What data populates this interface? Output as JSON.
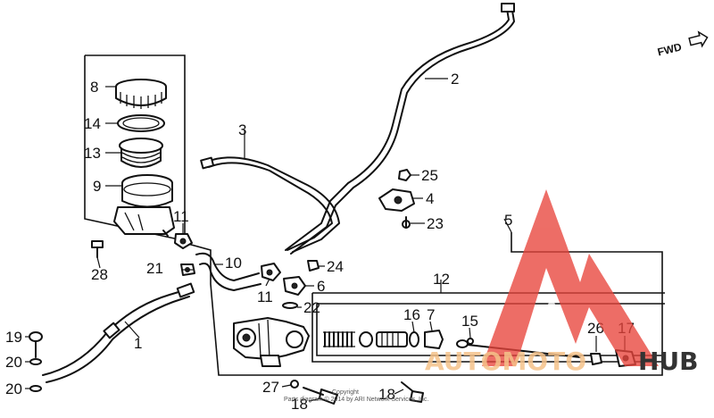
{
  "direction_label": "FWD",
  "copyright": {
    "line1": "Copyright",
    "line2": "Parts diagram © 2014 by ARI Network Services, Inc."
  },
  "watermark": {
    "text_primary": "AUTOMOTO",
    "text_secondary": "HUB",
    "color_primary": "#f5c28a",
    "color_secondary": "#333333",
    "logo_color": "#e8453c"
  },
  "callouts": [
    {
      "id": "c1",
      "text": "1"
    },
    {
      "id": "c2",
      "text": "2"
    },
    {
      "id": "c3",
      "text": "3"
    },
    {
      "id": "c4",
      "text": "4"
    },
    {
      "id": "c5",
      "text": "5"
    },
    {
      "id": "c6",
      "text": "6"
    },
    {
      "id": "c7",
      "text": "7"
    },
    {
      "id": "c8",
      "text": "8"
    },
    {
      "id": "c9",
      "text": "9"
    },
    {
      "id": "c10",
      "text": "10"
    },
    {
      "id": "c11a",
      "text": "11"
    },
    {
      "id": "c11b",
      "text": "11"
    },
    {
      "id": "c12",
      "text": "12"
    },
    {
      "id": "c13",
      "text": "13"
    },
    {
      "id": "c14",
      "text": "14"
    },
    {
      "id": "c15",
      "text": "15"
    },
    {
      "id": "c16",
      "text": "16"
    },
    {
      "id": "c17",
      "text": "17"
    },
    {
      "id": "c18a",
      "text": "18"
    },
    {
      "id": "c18b",
      "text": "18"
    },
    {
      "id": "c19",
      "text": "19"
    },
    {
      "id": "c20a",
      "text": "20"
    },
    {
      "id": "c20b",
      "text": "20"
    },
    {
      "id": "c21",
      "text": "21"
    },
    {
      "id": "c22",
      "text": "22"
    },
    {
      "id": "c23",
      "text": "23"
    },
    {
      "id": "c24",
      "text": "24"
    },
    {
      "id": "c25",
      "text": "25"
    },
    {
      "id": "c26",
      "text": "26"
    },
    {
      "id": "c27",
      "text": "27"
    },
    {
      "id": "c28",
      "text": "28"
    }
  ]
}
